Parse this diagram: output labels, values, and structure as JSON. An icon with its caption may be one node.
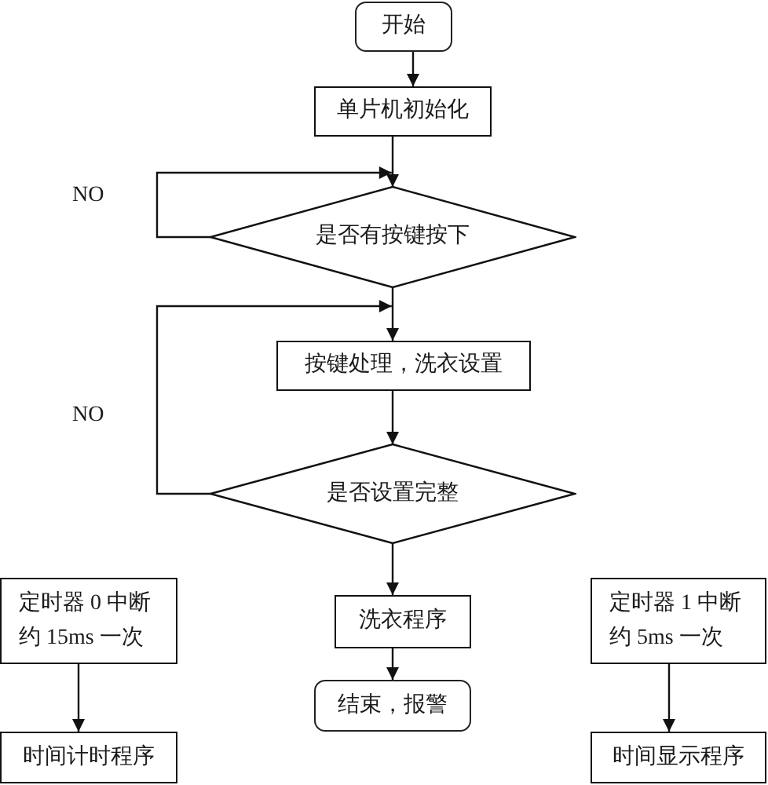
{
  "diagram": {
    "nodes": [
      {
        "text": [
          "开始"
        ]
      },
      {
        "text": [
          "单片机初始化"
        ]
      },
      {
        "text": [
          "是否有按键按下"
        ]
      },
      {
        "text": [
          "按键处理，洗衣设置"
        ]
      },
      {
        "text": [
          "是否设置完整"
        ]
      },
      {
        "text": [
          "定时器 0 中断约 15ms 一次"
        ]
      },
      {
        "text": [
          "洗衣程序"
        ]
      },
      {
        "text": [
          "定时器 1 中断约 5ms 一次"
        ]
      },
      {
        "text": [
          "结束，报警"
        ]
      },
      {
        "text": [
          "时间计时程序"
        ]
      },
      {
        "text": [
          "时间显示程序"
        ]
      }
    ],
    "edges": [
      {
        "from": 0,
        "to": 1,
        "arrow": "to"
      },
      {
        "from": 1,
        "to": 2,
        "arrow": "to"
      },
      {
        "from": 2,
        "to": 2,
        "arrow": "to",
        "label": "NO"
      },
      {
        "from": 2,
        "to": 3,
        "arrow": "to"
      },
      {
        "from": 3,
        "to": 4,
        "arrow": "to"
      },
      {
        "from": 4,
        "to": 3,
        "arrow": "to",
        "label": "NO"
      },
      {
        "from": 4,
        "to": 6,
        "arrow": "to"
      },
      {
        "from": 6,
        "to": 8,
        "arrow": "to"
      },
      {
        "from": 5,
        "to": 9,
        "arrow": "to"
      },
      {
        "from": 7,
        "to": 10,
        "arrow": "to"
      }
    ]
  }
}
